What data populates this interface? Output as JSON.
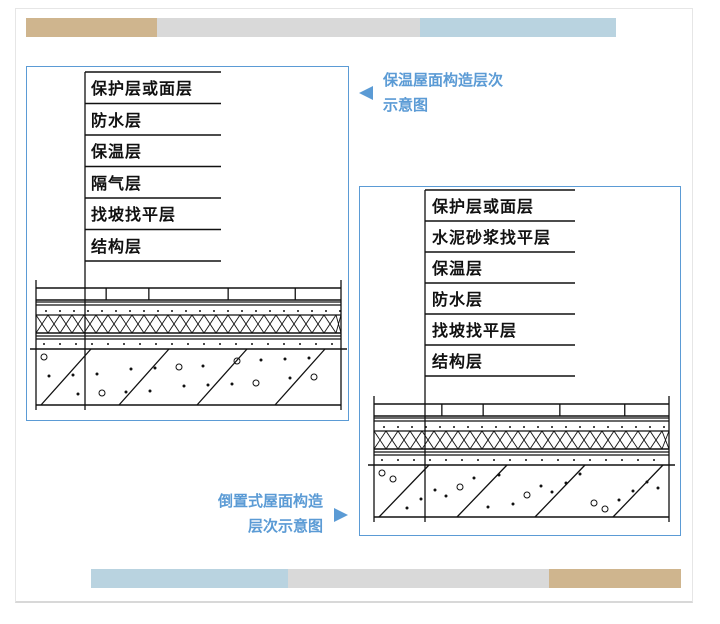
{
  "colors": {
    "tan": "#cfb58e",
    "grey": "#d9d9d9",
    "blue": "#b9d3e0",
    "accent": "#5b9bd5"
  },
  "diagram_left": {
    "caption_line1": "保温屋面构造层次",
    "caption_line2": "示意图",
    "layers": [
      "保护层或面层",
      "防水层",
      "保温层",
      "隔气层",
      "找坡找平层",
      "结构层"
    ]
  },
  "diagram_right": {
    "caption_line1": "倒置式屋面构造",
    "caption_line2": "层次示意图",
    "layers": [
      "保护层或面层",
      "水泥砂浆找平层",
      "保温层",
      "防水层",
      "找坡找平层",
      "结构层"
    ]
  }
}
